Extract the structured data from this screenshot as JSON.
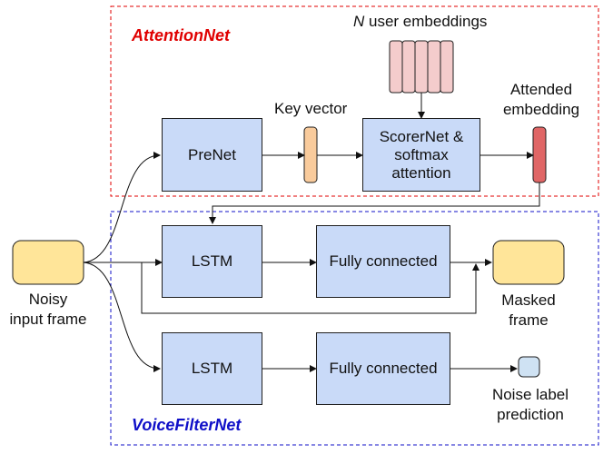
{
  "groups": {
    "attention": {
      "title": "AttentionNet",
      "color": "#e00000"
    },
    "voicefilter": {
      "title": "VoiceFilterNet",
      "color": "#1010c8"
    }
  },
  "blocks": {
    "prenet": "PreNet",
    "scorernet": [
      "ScorerNet &",
      "softmax",
      "attention"
    ],
    "lstm_top": "LSTM",
    "fc_top": "Fully connected",
    "lstm_bottom": "LSTM",
    "fc_bottom": "Fully connected"
  },
  "labels": {
    "user_embeddings_n": "N",
    "user_embeddings_rest": " user embeddings",
    "key_vector": "Key vector",
    "attended": [
      "Attended",
      "embedding"
    ],
    "noisy_input": [
      "Noisy",
      "input frame"
    ],
    "masked": [
      "Masked",
      "frame"
    ],
    "noise_label": [
      "Noise label",
      "prediction"
    ]
  },
  "colors": {
    "block_fill": "#c9daf8",
    "frame_fill": "#ffe599",
    "embedding_fill": "#f4cccc",
    "key_vector_fill": "#f9cb9c",
    "attended_fill": "#e06666",
    "noise_fill": "#cfe2f3"
  }
}
